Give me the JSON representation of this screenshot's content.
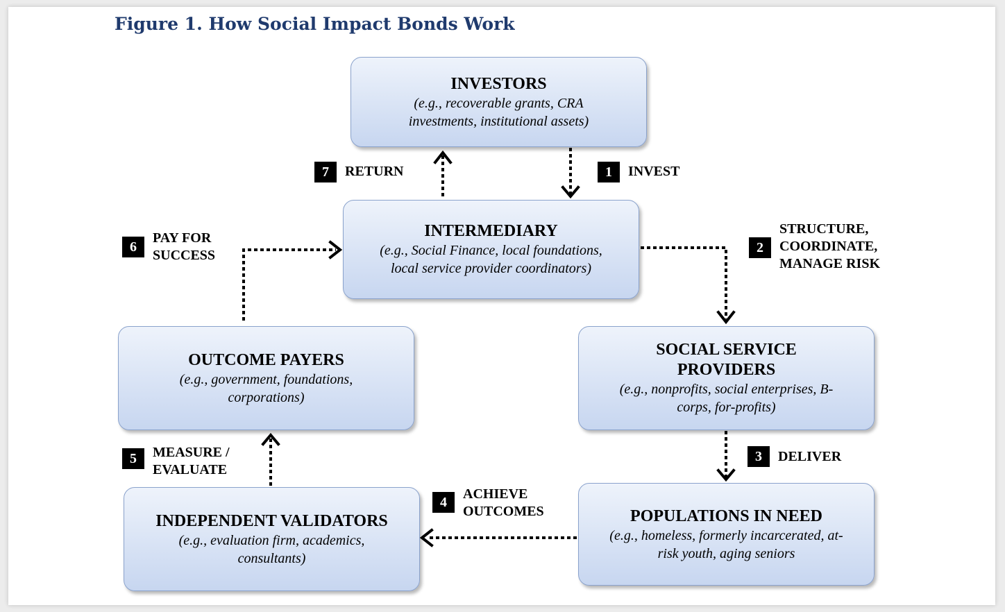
{
  "figure": {
    "title": "Figure 1. How Social Impact Bonds Work"
  },
  "boxes": {
    "investors": {
      "title": "INVESTORS",
      "subtitle": "(e.g., recoverable grants, CRA investments, institutional assets)"
    },
    "intermediary": {
      "title": "INTERMEDIARY",
      "subtitle": "(e.g., Social Finance, local foundations, local service provider coordinators)"
    },
    "outcome_payers": {
      "title": "OUTCOME PAYERS",
      "subtitle": "(e.g., government, foundations, corporations)"
    },
    "providers": {
      "title": "SOCIAL SERVICE PROVIDERS",
      "subtitle": "(e.g., nonprofits, social enterprises, B-corps, for-profits)"
    },
    "validators": {
      "title": "INDEPENDENT VALIDATORS",
      "subtitle": "(e.g., evaluation firm, academics, consultants)"
    },
    "populations": {
      "title": "POPULATIONS IN NEED",
      "subtitle": "(e.g., homeless, formerly incarcerated, at-risk youth, aging seniors"
    }
  },
  "steps": [
    {
      "number": "1",
      "label": "INVEST"
    },
    {
      "number": "2",
      "label": "STRUCTURE, COORDINATE, MANAGE RISK"
    },
    {
      "number": "3",
      "label": "DELIVER"
    },
    {
      "number": "4",
      "label": "ACHIEVE OUTCOMES"
    },
    {
      "number": "5",
      "label": "MEASURE / EVALUATE"
    },
    {
      "number": "6",
      "label": "PAY FOR SUCCESS"
    },
    {
      "number": "7",
      "label": "RETURN"
    }
  ]
}
